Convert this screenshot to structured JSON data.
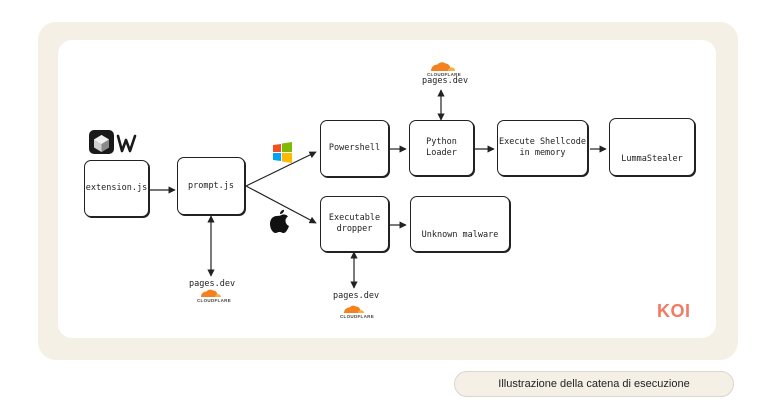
{
  "diagram": {
    "nodes": [
      {
        "id": "extension",
        "lines": [
          "extension.js"
        ]
      },
      {
        "id": "prompt",
        "lines": [
          "prompt.js"
        ]
      },
      {
        "id": "powershell",
        "lines": [
          "Powershell"
        ]
      },
      {
        "id": "python",
        "lines": [
          "Python",
          "Loader"
        ]
      },
      {
        "id": "shellcode",
        "lines": [
          "Execute Shellcode",
          "in memory"
        ]
      },
      {
        "id": "lumma",
        "lines": [
          "LummaStealer"
        ]
      },
      {
        "id": "dropper",
        "lines": [
          "Executable",
          "dropper"
        ]
      },
      {
        "id": "unknown",
        "lines": [
          "Unknown malware"
        ]
      }
    ],
    "endpoints": [
      {
        "id": "pages_top",
        "label": "pages.dev",
        "logo_text": "CLOUDFLARE"
      },
      {
        "id": "pages_prompt",
        "label": "pages.dev",
        "logo_text": "CLOUDFLARE"
      },
      {
        "id": "pages_dropper",
        "label": "pages.dev",
        "logo_text": "CLOUDFLARE"
      }
    ],
    "icons": [
      "cursor-cube-icon",
      "windsurf-icon",
      "windows-icon",
      "apple-icon",
      "biohazard-icon",
      "cloudflare-icon"
    ],
    "colors": {
      "biohazard": "#e0241b",
      "cloudflare": "#f48120",
      "koi": "#f27a63",
      "frame": "#f4f0e6"
    }
  },
  "brand": {
    "logo_text": "KOI"
  },
  "caption": "Illustrazione della catena di esecuzione"
}
